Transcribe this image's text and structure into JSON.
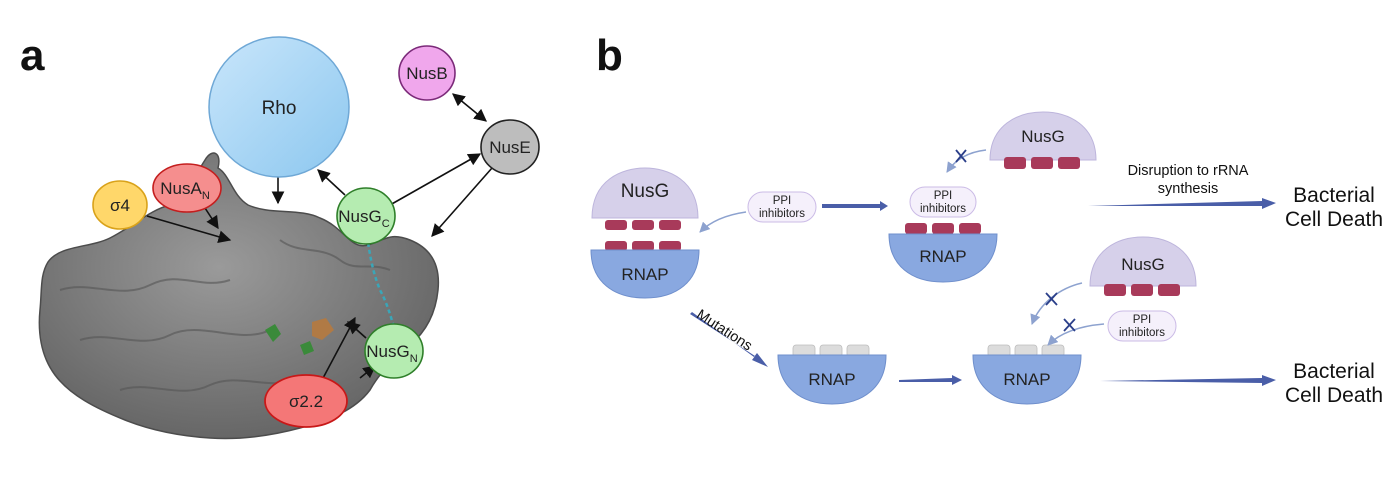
{
  "panel_a": {
    "label": "a",
    "nodes": {
      "rho": "Rho",
      "nusb": "NusB",
      "nuse": "NusE",
      "nusgc": {
        "base": "NusG",
        "sub": "C"
      },
      "nusan": {
        "base": "NusA",
        "sub": "N"
      },
      "sigma4": "σ4",
      "nusgn": {
        "base": "NusG",
        "sub": "N"
      },
      "sigma22": "σ2.2"
    },
    "colors": {
      "rho": "#aad7f5",
      "nusb": "#f0a7ec",
      "nuse": "#bdbdbd",
      "nusg": "#b5ecb1",
      "nusa": "#f58e8e",
      "sigma4": "#ffd76a",
      "sigma22": "#f47777",
      "protein": "#7f7f7f"
    }
  },
  "panel_b": {
    "label": "b",
    "nusg_label": "NusG",
    "rnap_label": "RNAP",
    "ppi_line1": "PPI",
    "ppi_line2": "inhibitors",
    "mutations_label": "Mutations",
    "disruption_line1": "Disruption to rRNA",
    "disruption_line2": "synthesis",
    "outcome_line1": "Bacterial",
    "outcome_line2": "Cell Death",
    "colors": {
      "nusg": "#d6d0ea",
      "rnap": "#89a8e0",
      "binding_site": "#a83a5a",
      "mutated_site": "#dcdcdc",
      "arrow": "#4a5ea8"
    }
  }
}
